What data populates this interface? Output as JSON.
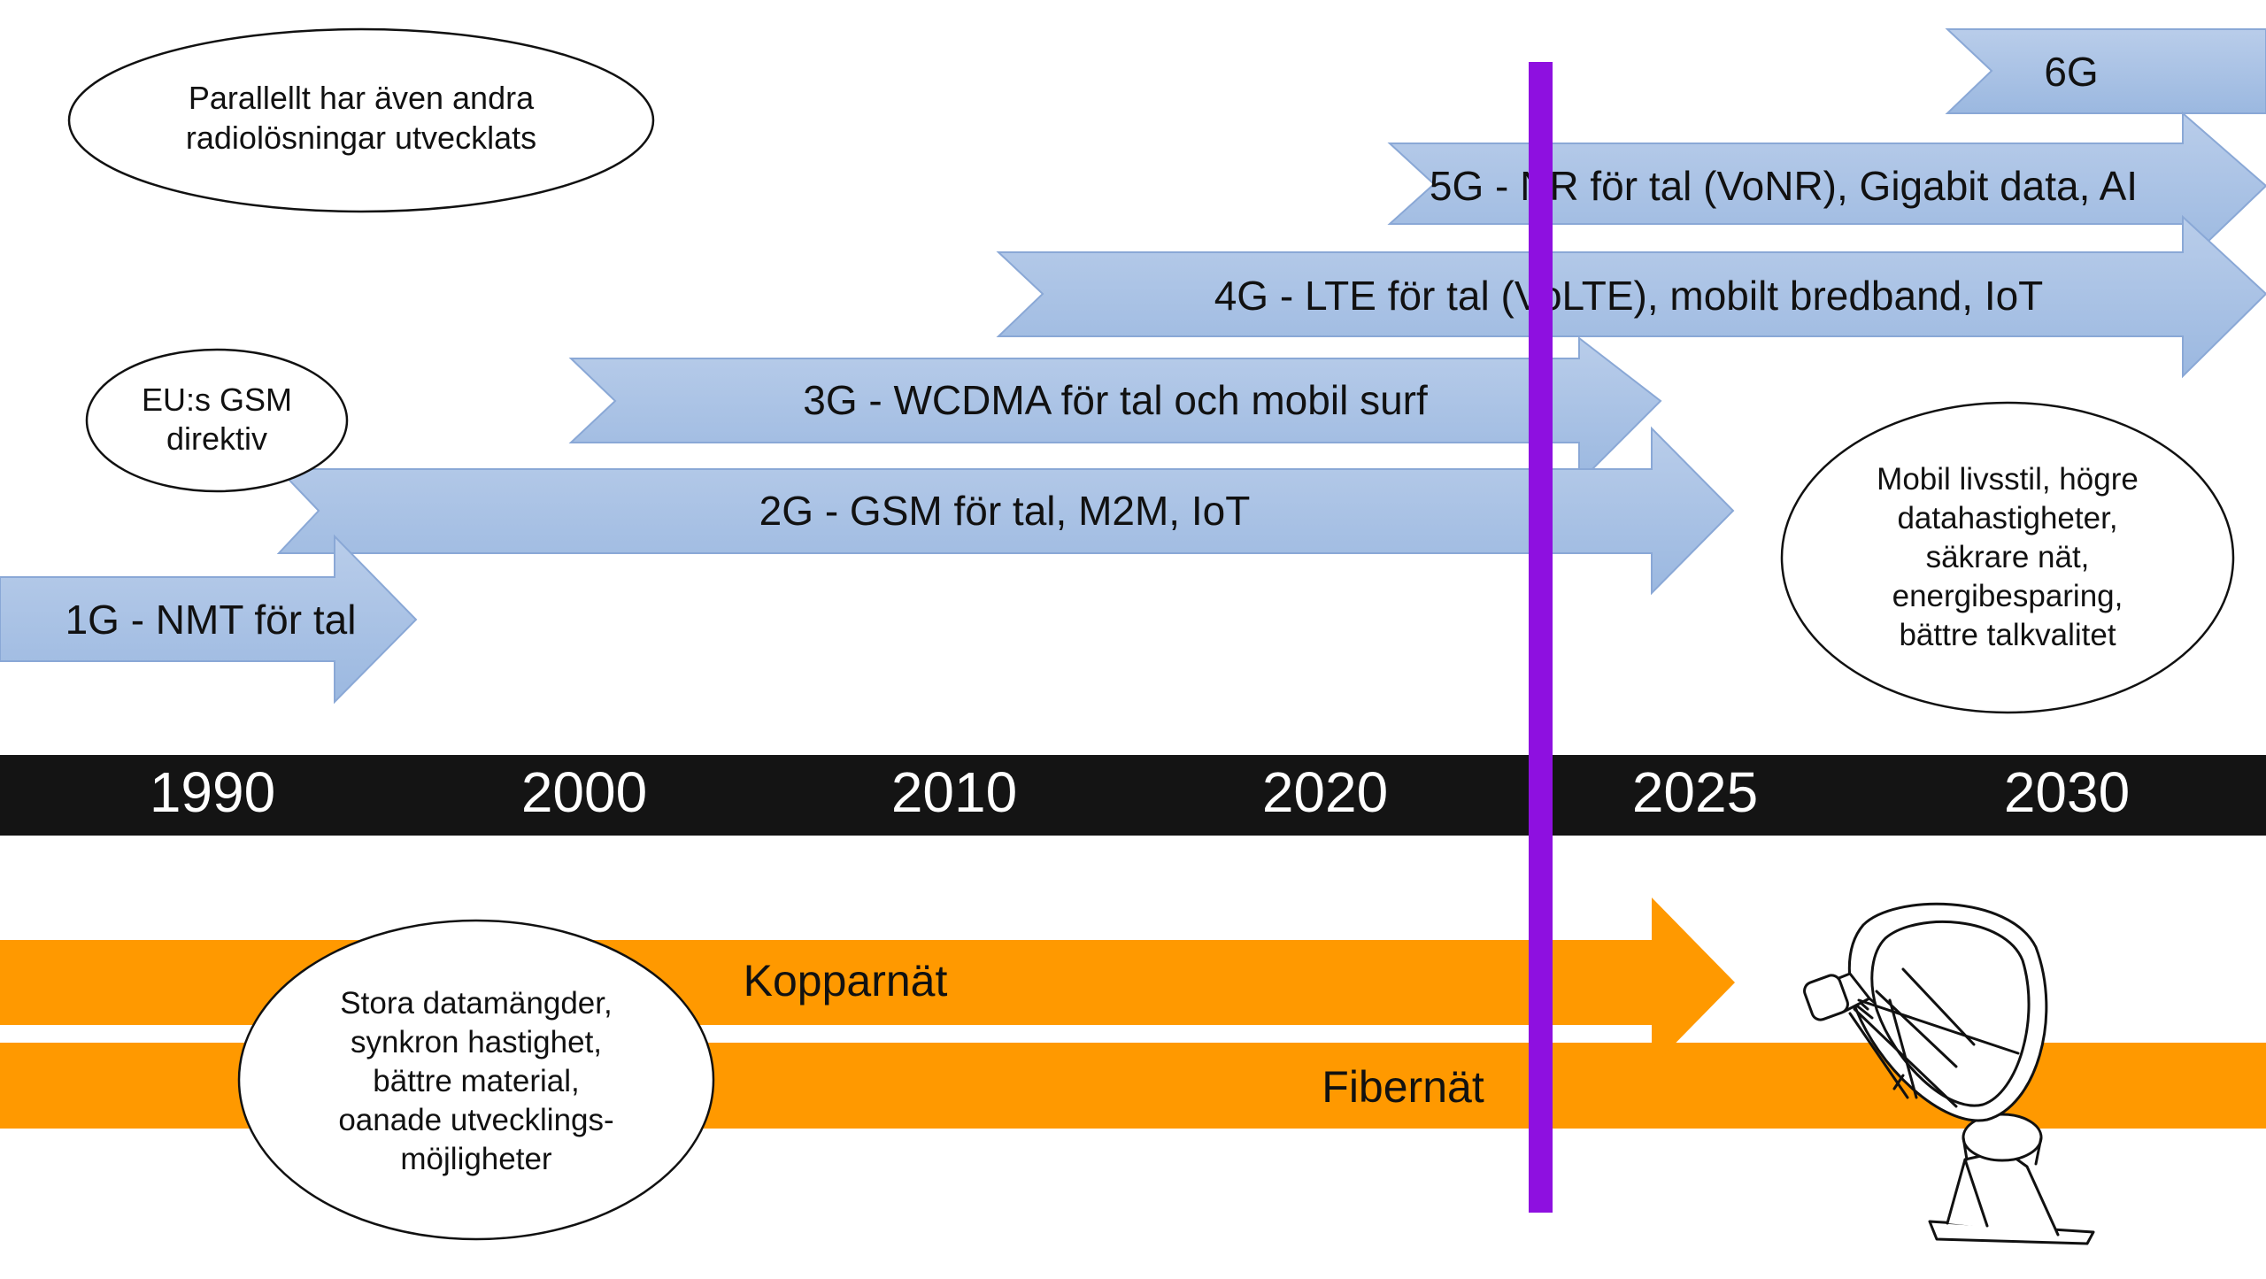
{
  "timeline": {
    "years": [
      "1990",
      "2000",
      "2010",
      "2020",
      "2025",
      "2030"
    ]
  },
  "generations": [
    {
      "id": "1g",
      "label": "1G - NMT för tal"
    },
    {
      "id": "2g",
      "label": "2G - GSM för tal, M2M, IoT"
    },
    {
      "id": "3g",
      "label": "3G - WCDMA för tal och mobil surf"
    },
    {
      "id": "4g",
      "label": "4G - LTE för tal (VoLTE), mobilt bredband, IoT"
    },
    {
      "id": "5g",
      "label": "5G - NR för tal (VoNR), Gigabit data, AI"
    },
    {
      "id": "6g",
      "label": "6G"
    }
  ],
  "networks": {
    "copper": "Kopparnät",
    "fiber": "Fibernät"
  },
  "notes": {
    "parallel": [
      "Parallellt har även andra",
      "radiolösningar utvecklats"
    ],
    "gsm_directive": [
      "EU:s GSM",
      "direktiv"
    ],
    "mobile_lifestyle": [
      "Mobil livsstil, högre",
      "datahastigheter,",
      "säkrare nät,",
      "energibesparing,",
      "bättre talkvalitet"
    ],
    "fiber_benefits": [
      "Stora datamängder,",
      "synkron hastighet,",
      "bättre material,",
      "oanade utvecklings-",
      "möjligheter"
    ]
  },
  "icons": {
    "satellite": "satellite-dish-icon"
  },
  "colors": {
    "arrow_fill": "#a9c2e3",
    "arrow_stroke": "#7f9fcf",
    "timeline_bar": "#141414",
    "network_arrow": "#ff9900",
    "now_marker": "#8e10e0"
  }
}
